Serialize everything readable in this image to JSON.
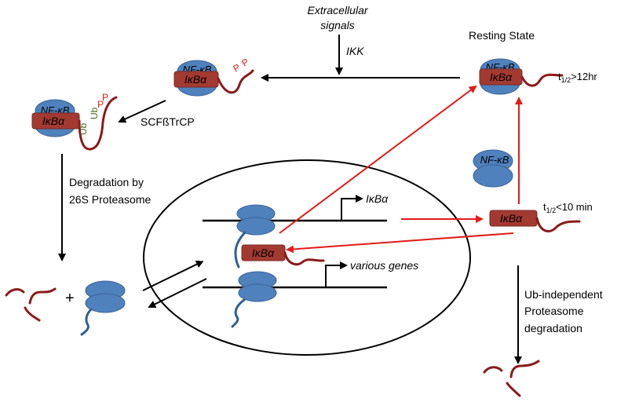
{
  "labels": {
    "extracellular_1": "Extracellular",
    "extracellular_2": "signals",
    "ikk": "IKK",
    "resting_state": "Resting State",
    "scf": "SCFßTrCP",
    "degradation_1": "Degradation by",
    "degradation_2": "26S Proteasome",
    "plus": "+",
    "ub_indep_1": "Ub-independent",
    "ub_indep_2": "Proteasome",
    "ub_indep_3": "degradation",
    "ikba_gene": "IκBα",
    "various_genes": "various genes"
  },
  "complex": {
    "nfkb": "NF-κB",
    "ikba": "IκBα",
    "p_mark": "P",
    "ub_mark": "Ub"
  },
  "half_life": {
    "prefix": "t",
    "subscript": "1/2",
    "resting": ">12hr",
    "free": "<10 min"
  },
  "colors": {
    "nfkb_blob": "#4f81bd",
    "ikba_box": "#a33a32",
    "chain": "#8b1a1a",
    "inhibition_arrow": "#e41a1a",
    "phospho": "#e41a1a",
    "ubiquitin": "#4a6b1e"
  }
}
